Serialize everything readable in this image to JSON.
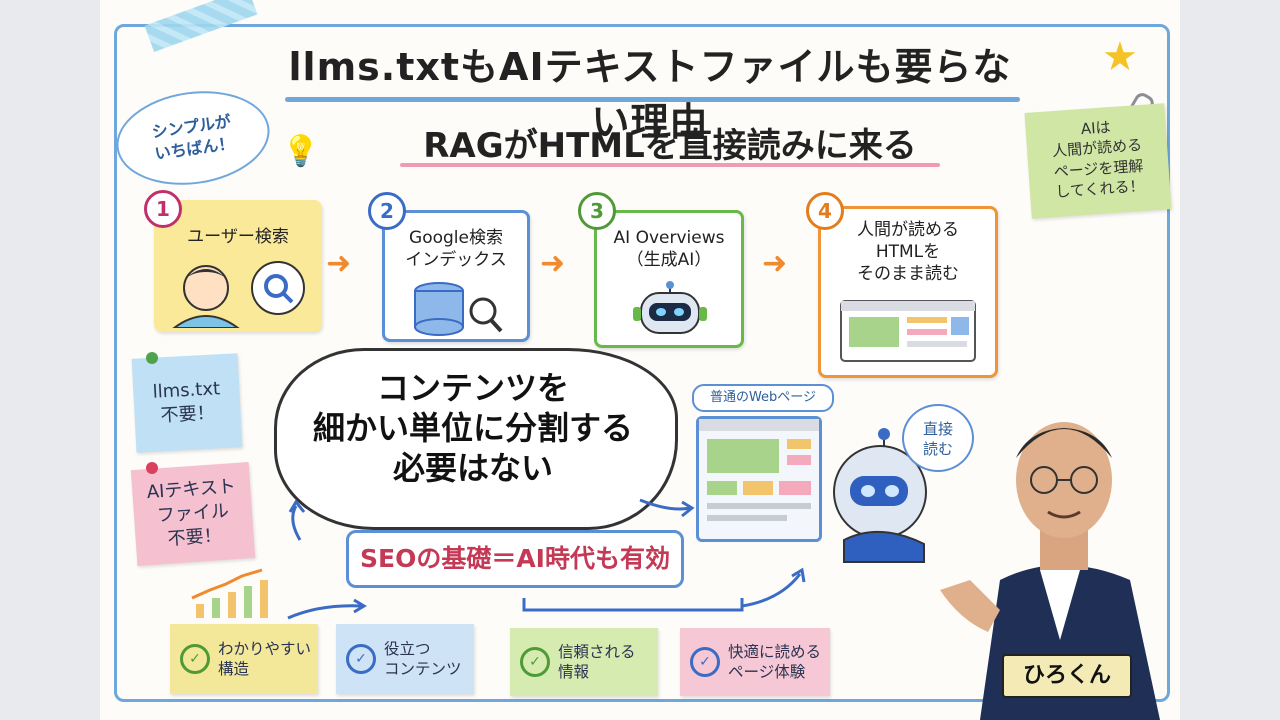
{
  "title": "llms.txtもAIテキストファイルも要らない理由",
  "subtitle": "RAGがHTMLを直接読みに来る",
  "corner_note": "シンプルが\nいちばん！",
  "top_right_note": "AIは\n人間が読める\nページを理解\nしてくれる！",
  "steps": [
    {
      "num": "1",
      "label": "ユーザー検索"
    },
    {
      "num": "2",
      "label": "Google検索\nインデックス"
    },
    {
      "num": "3",
      "label": "AI Overviews\n（生成AI）"
    },
    {
      "num": "4",
      "label": "人間が読める\nHTMLを\nそのまま読む"
    }
  ],
  "side_notes": [
    "llms.txt\n不要！",
    "AIテキスト\nファイル\n不要！"
  ],
  "main_message": "コンテンツを\n細かい単位に分割する\n必要はない",
  "seo_message": "SEOの基礎＝AI時代も有効",
  "web_label": "普通のWebページ",
  "robot_bubble": "直接\n読む",
  "checklist": [
    "わかりやすい\n構造",
    "役立つ\nコンテンツ",
    "信頼される\n情報",
    "快適に読める\nページ体験"
  ],
  "presenter_name": "ひろくん",
  "icons": [
    "lightbulb-icon",
    "star-icon",
    "paperclip-icon",
    "magnifier-icon",
    "database-icon",
    "robot-icon",
    "browser-icon",
    "check-icon",
    "growth-chart-icon"
  ]
}
